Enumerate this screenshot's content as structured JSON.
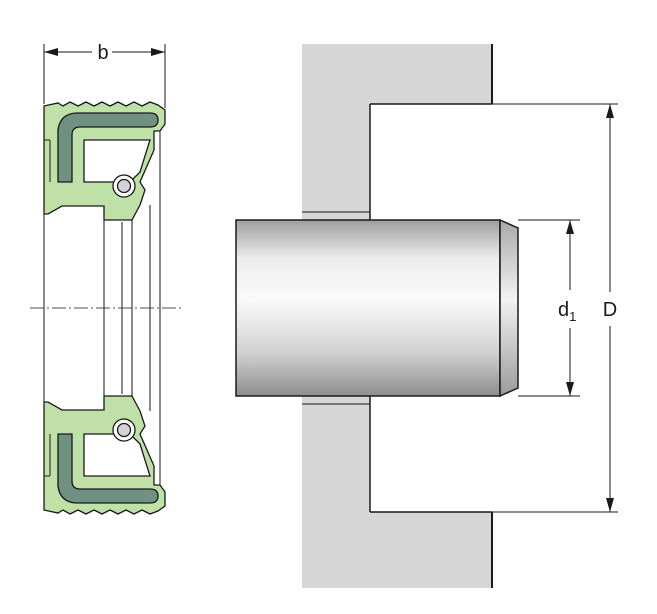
{
  "labels": {
    "width_symbol": "b",
    "bore_symbol": "D",
    "shaft_symbol": "d",
    "shaft_subscript": "1"
  },
  "colors": {
    "rubber": "#bfe0a6",
    "metal_case": "#6e9182",
    "housing": "#d6d6d6",
    "spring": "#d4d4d4",
    "outline": "#1a1a1a"
  },
  "icons": {
    "spring": "garter-spring-circle",
    "arrow": "dimension-arrowhead"
  }
}
